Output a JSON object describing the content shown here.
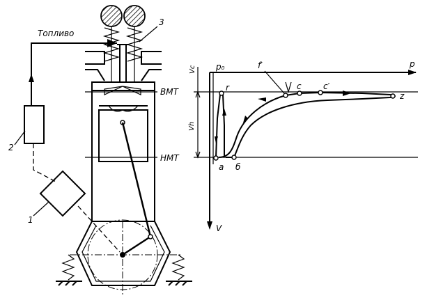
{
  "engine": {
    "fuel_label": "Топливо",
    "part_1": "1",
    "part_2": "2",
    "part_3": "3",
    "tdc_label": "ВМТ",
    "bdc_label": "НМТ"
  },
  "pv_diagram": {
    "vc_label": "Vc",
    "vh_label": "Vh",
    "p0_label": "p₀",
    "p_axis_label": "p",
    "v_axis_label": "V",
    "points": {
      "r": "r",
      "f_prime": "f′",
      "c": "c",
      "c_prime": "c′",
      "z": "z",
      "a": "a",
      "b": "б"
    }
  }
}
